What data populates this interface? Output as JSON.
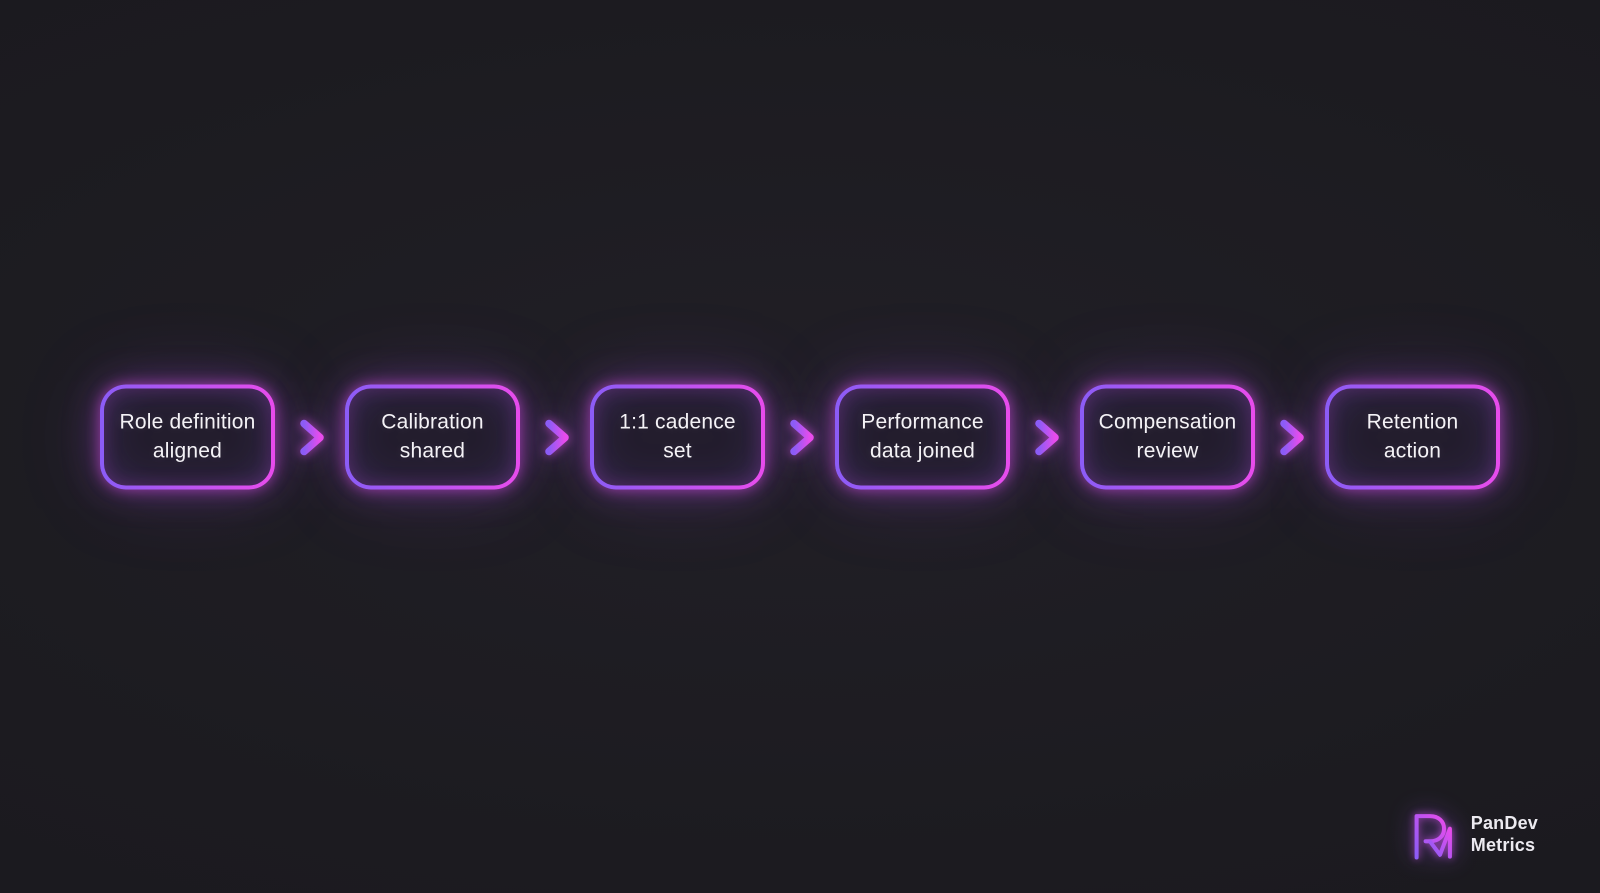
{
  "colors": {
    "background": "#1c1b20",
    "accent_violet": "#8b5cf6",
    "accent_magenta": "#e84cec",
    "text": "#f4f2f6",
    "brand_text": "#eceaf0"
  },
  "flow": {
    "steps": [
      {
        "label": "Role definition\naligned"
      },
      {
        "label": "Calibration\nshared"
      },
      {
        "label": "1:1 cadence\nset"
      },
      {
        "label": "Performance\ndata joined"
      },
      {
        "label": "Compensation\nreview"
      },
      {
        "label": "Retention\naction"
      }
    ]
  },
  "brand": {
    "name_line1": "PanDev",
    "name_line2": "Metrics"
  }
}
